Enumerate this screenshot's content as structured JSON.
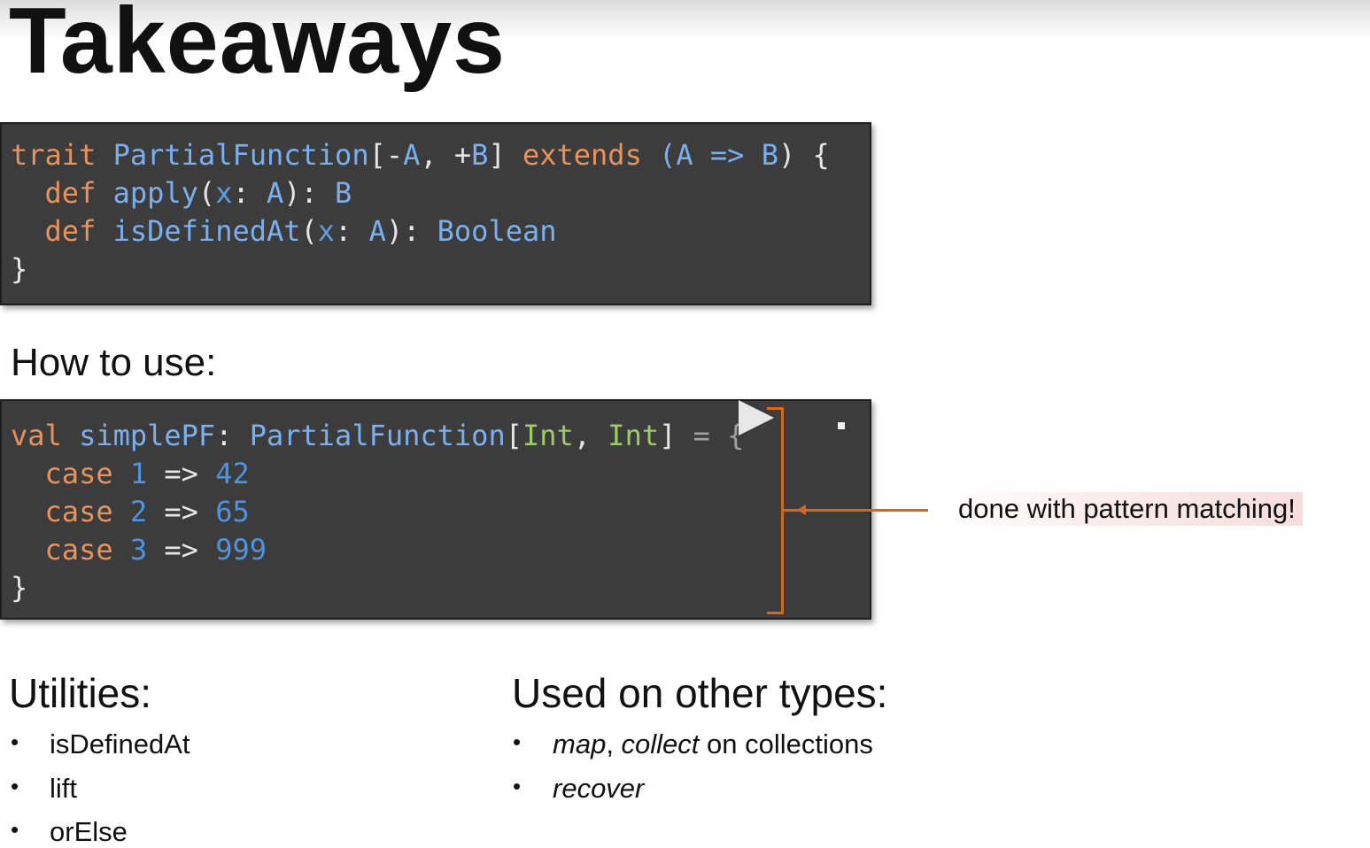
{
  "slide": {
    "title": "Takeaways",
    "trait_code": {
      "line1": {
        "kw1": "trait",
        "name": "PartialFunction",
        "open": "[-",
        "a": "A",
        "comma": ", +",
        "b": "B",
        "close": "] ",
        "kw2": "extends",
        "paren": " (A => ",
        "b2": "B",
        "end": ") {"
      },
      "line2": {
        "indent": "  ",
        "kw": "def",
        "fn": "apply",
        "p1": "(",
        "x": "x",
        "p2": ": ",
        "a": "A",
        "p3": "): ",
        "ret": "B"
      },
      "line3": {
        "indent": "  ",
        "kw": "def",
        "fn": "isDefinedAt",
        "p1": "(",
        "x": "x",
        "p2": ": ",
        "a": "A",
        "p3": "): ",
        "ret": "Boolean"
      },
      "line4": "}"
    },
    "how_to_use": "How to use:",
    "usage_code": {
      "line1": {
        "kw": "val",
        "name": "simplePF",
        "colon": ": ",
        "type": "PartialFunction",
        "open": "[",
        "t1": "Int",
        "comma": ", ",
        "t2": "Int",
        "close": "] ",
        "eq": "=",
        "brace": " {"
      },
      "cases": [
        {
          "kw": "case",
          "n": "1",
          "arrow": " => ",
          "v": "42"
        },
        {
          "kw": "case",
          "n": "2",
          "arrow": " => ",
          "v": "65"
        },
        {
          "kw": "case",
          "n": "3",
          "arrow": " => ",
          "v": "999"
        }
      ],
      "end": "}"
    },
    "callout": "done with pattern matching!",
    "utilities": {
      "heading": "Utilities:",
      "items": [
        "isDefinedAt",
        "lift",
        "orElse"
      ]
    },
    "other_types": {
      "heading": "Used on other types:",
      "item1": {
        "map": "map",
        "sep": ", ",
        "collect": "collect",
        "rest": " on collections"
      },
      "item2": "recover"
    },
    "bullet_char": "•",
    "colors": {
      "accent": "#d2691e",
      "code_bg": "#3c3c3c",
      "keyword": "#e8925e",
      "type": "#7aaff0",
      "number": "#4d93e0",
      "int_type": "#9ccc65"
    }
  }
}
